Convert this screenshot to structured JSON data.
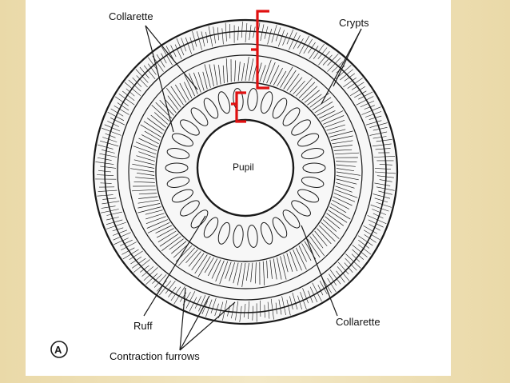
{
  "labels": {
    "collarette_top": "Collarette",
    "crypts": "Crypts",
    "pupil": "Pupil",
    "ruff": "Ruff",
    "collarette_bottom": "Collarette",
    "contraction_furrows": "Contraction furrows"
  },
  "logo_text": "A",
  "colors": {
    "background": "#ecdcae",
    "panel": "#ffffff",
    "ink": "#1a1a1a",
    "bracket": "#e01010"
  }
}
